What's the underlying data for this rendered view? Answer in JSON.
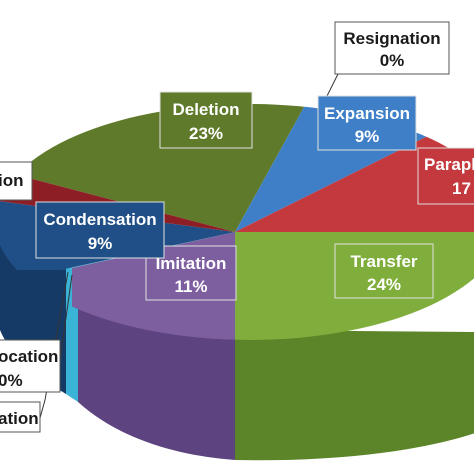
{
  "chart_data": {
    "type": "pie",
    "slices": [
      {
        "label": "Resignation",
        "value_label": "0%",
        "value": 0,
        "color": "#4aa3c9"
      },
      {
        "label": "Expansion",
        "value_label": "9%",
        "value": 9,
        "color": "#3f7fc7"
      },
      {
        "label": "Parapl",
        "value_label": "17",
        "value": 17,
        "color": "#c4393d"
      },
      {
        "label": "Transfer",
        "value_label": "24%",
        "value": 24,
        "color": "#7fae3c"
      },
      {
        "label": "Imitation",
        "value_label": "11%",
        "value": 11,
        "color": "#7d5fa0"
      },
      {
        "label": "ocation",
        "value_label": "0%",
        "value": 0,
        "color": "#3db0cf"
      },
      {
        "label": "ation",
        "value_label": "",
        "value": 0,
        "color": "#4aa3c9"
      },
      {
        "label": "Condensation",
        "value_label": "9%",
        "value": 9,
        "color": "#1f4f86"
      },
      {
        "label": "ion",
        "value_label": "",
        "value": 7,
        "color": "#8e1e25"
      },
      {
        "label": "Deletion",
        "value_label": "23%",
        "value": 23,
        "color": "#5f7a2a"
      }
    ]
  }
}
